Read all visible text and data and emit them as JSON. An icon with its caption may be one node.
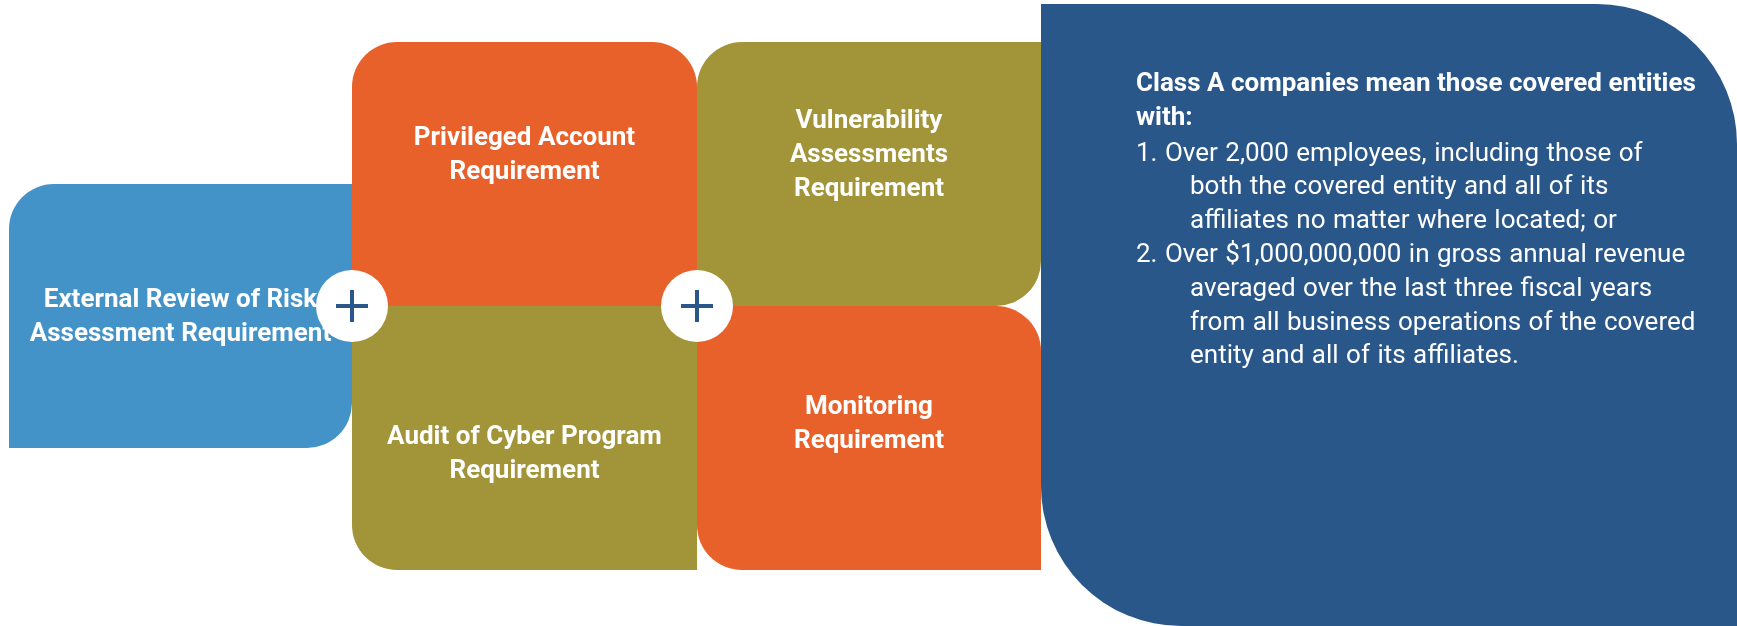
{
  "diagram": {
    "nodes": [
      {
        "text": [
          "External Review of Risk Assessment Requirement"
        ]
      },
      {
        "text": [
          "Privileged Account Requirement"
        ]
      },
      {
        "text": [
          "Audit of Cyber Program Requirement"
        ]
      },
      {
        "text": [
          "Vulnerability Assessments Requirement"
        ]
      },
      {
        "text": [
          "Monitoring Requirement"
        ]
      },
      {
        "text": [
          "Class A companies mean those covered entities with:",
          "1. Over 2,000 employees, including those of both the covered entity and all of its affiliates no matter where located; or",
          "2. Over $1,000,000,000 in gross annual revenue averaged over the last three fiscal years from all business operations of the covered entity and all of its affiliates."
        ]
      }
    ]
  }
}
